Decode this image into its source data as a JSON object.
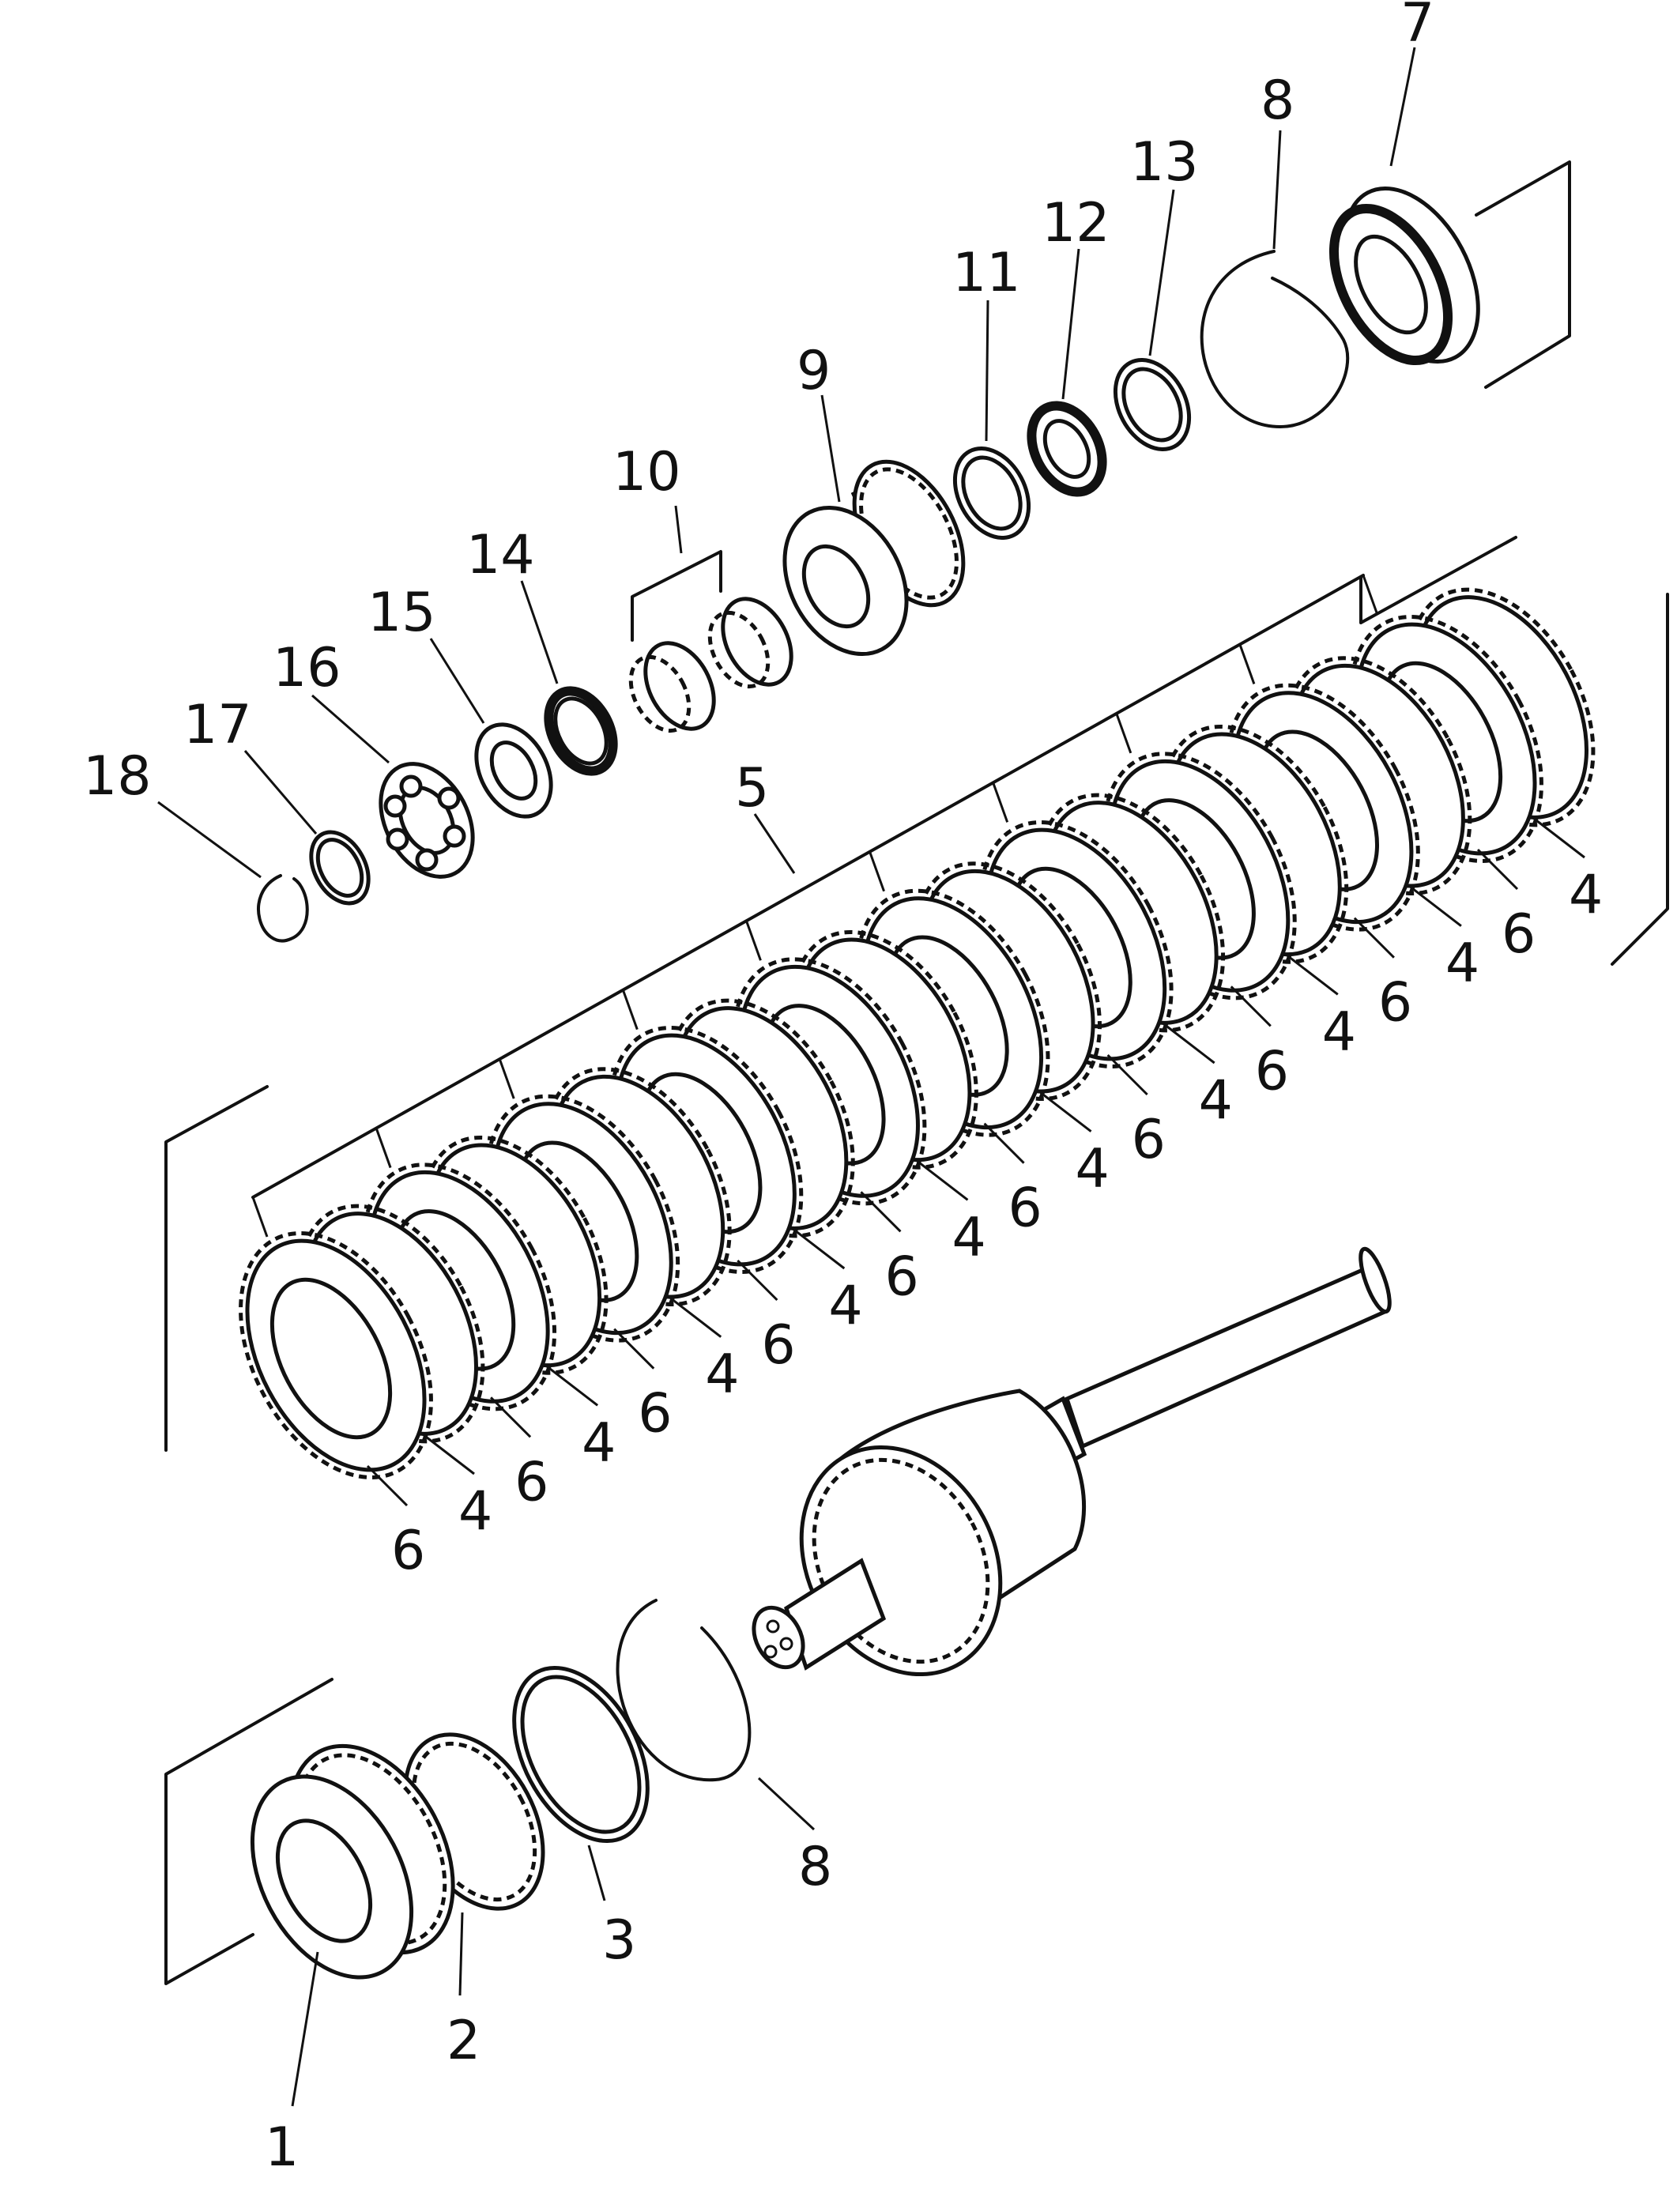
{
  "diagram": {
    "line_color": "#111111",
    "callouts": [
      {
        "id": "c1",
        "text": "1"
      },
      {
        "id": "c2",
        "text": "2"
      },
      {
        "id": "c3",
        "text": "3"
      },
      {
        "id": "c5",
        "text": "5"
      },
      {
        "id": "c7",
        "text": "7"
      },
      {
        "id": "c8a",
        "text": "8"
      },
      {
        "id": "c8b",
        "text": "8"
      },
      {
        "id": "c9",
        "text": "9"
      },
      {
        "id": "c10",
        "text": "10"
      },
      {
        "id": "c11",
        "text": "11"
      },
      {
        "id": "c12",
        "text": "12"
      },
      {
        "id": "c13",
        "text": "13"
      },
      {
        "id": "c14",
        "text": "14"
      },
      {
        "id": "c15",
        "text": "15"
      },
      {
        "id": "c16",
        "text": "16"
      },
      {
        "id": "c17",
        "text": "17"
      },
      {
        "id": "c18",
        "text": "18"
      }
    ],
    "plate_pairs": [
      {
        "a": "6",
        "b": "4"
      },
      {
        "a": "6",
        "b": "4"
      },
      {
        "a": "6",
        "b": "4"
      },
      {
        "a": "6",
        "b": "4"
      },
      {
        "a": "6",
        "b": "4"
      },
      {
        "a": "6",
        "b": "4"
      },
      {
        "a": "6",
        "b": "4"
      },
      {
        "a": "6",
        "b": "4"
      },
      {
        "a": "6",
        "b": "4"
      },
      {
        "a": "6",
        "b": "4"
      }
    ]
  }
}
